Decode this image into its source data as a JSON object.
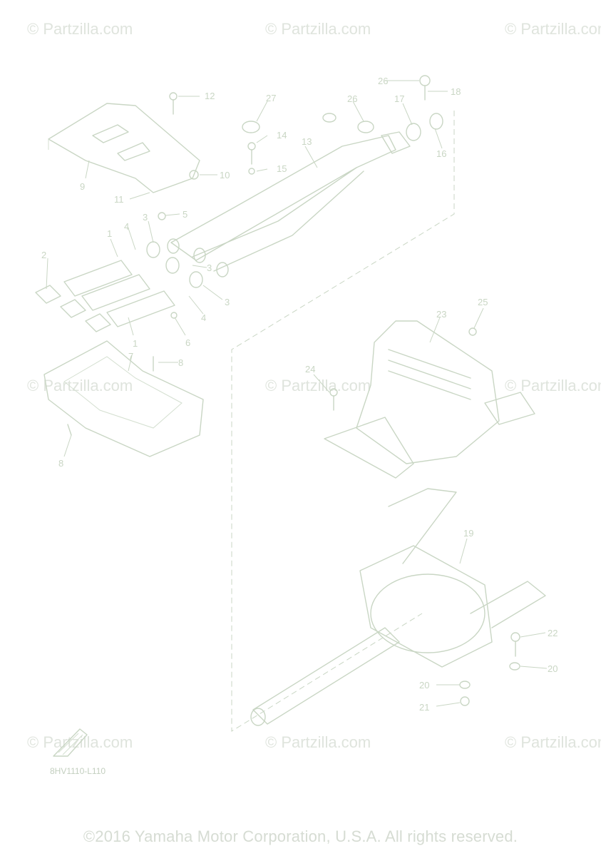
{
  "watermark": "© Partzilla.com",
  "diagram_code": "8HV1110-L110",
  "copyright": "©2016 Yamaha Motor Corporation, U.S.A. All rights reserved.",
  "callouts": [
    "1",
    "1",
    "2",
    "3",
    "3",
    "3",
    "4",
    "4",
    "5",
    "6",
    "7",
    "8",
    "8",
    "9",
    "10",
    "11",
    "12",
    "13",
    "14",
    "15",
    "16",
    "17",
    "18",
    "19",
    "20",
    "20",
    "21",
    "22",
    "23",
    "24",
    "25",
    "26",
    "26",
    "27"
  ]
}
